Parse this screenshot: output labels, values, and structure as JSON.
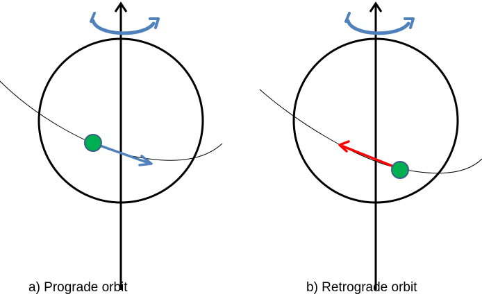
{
  "panels": [
    {
      "id": "a",
      "caption": "a) Prograde orbit",
      "motion_arrow_color": "#4f81bd",
      "spin_arrow_color": "#4f81bd",
      "satellite_color": "#00b050",
      "direction": "prograde"
    },
    {
      "id": "b",
      "caption": "b) Retrograde orbit",
      "motion_arrow_color": "#ff0000",
      "spin_arrow_color": "#4f81bd",
      "satellite_color": "#00b050",
      "direction": "retrograde"
    }
  ],
  "colors": {
    "outline": "#000000",
    "satellite_stroke": "#3b5f8a"
  }
}
